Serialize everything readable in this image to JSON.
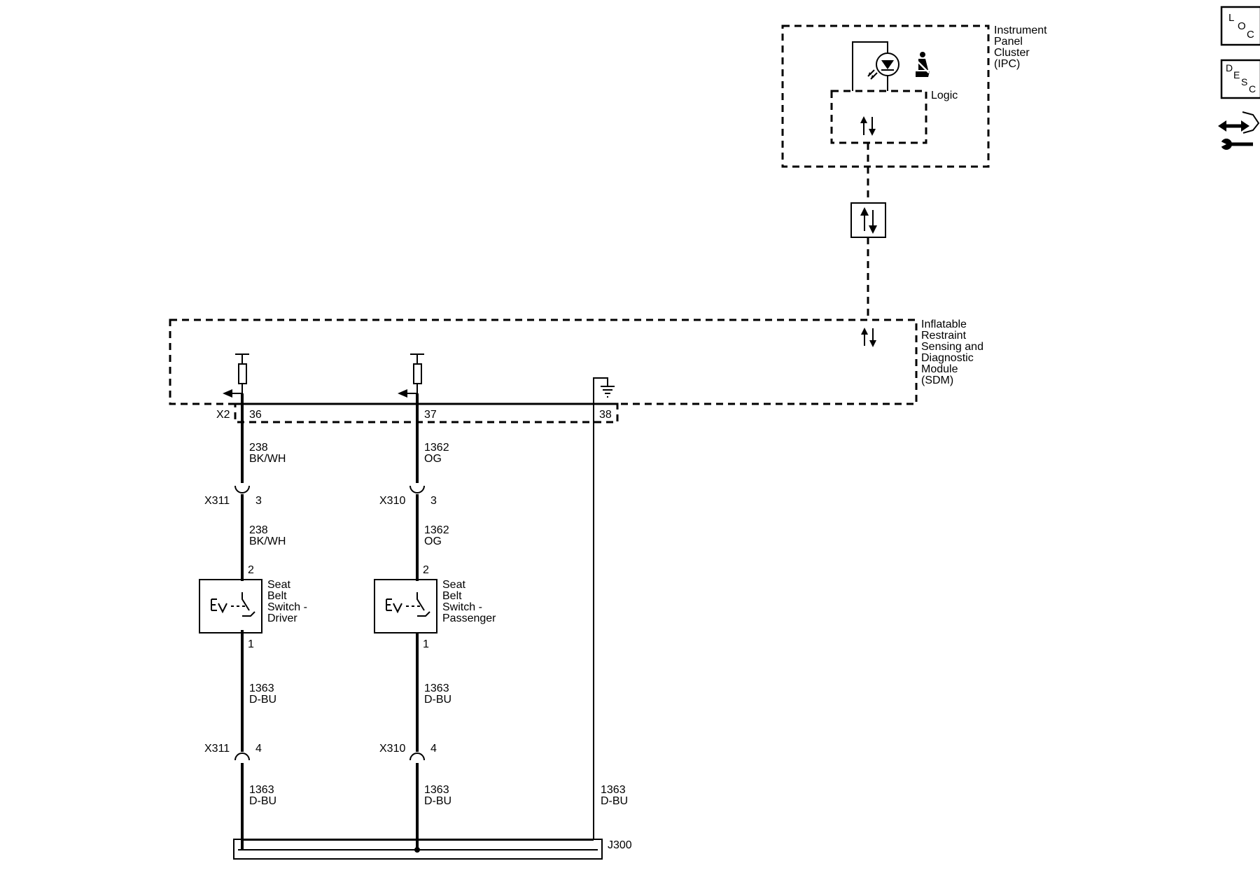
{
  "modules": {
    "ipc": {
      "name": [
        "Instrument",
        "Panel",
        "Cluster",
        "(IPC)"
      ],
      "logic_label": "Logic"
    },
    "sdm": {
      "name": [
        "Inflatable",
        "Restraint",
        "Sensing and",
        "Diagnostic",
        "Module",
        "(SDM)"
      ]
    }
  },
  "connector_x2": {
    "name": "X2",
    "pins": [
      "36",
      "37",
      "38"
    ]
  },
  "driver_circuit": {
    "upper_wire": {
      "circuit": "238",
      "color": "BK/WH"
    },
    "inline_top": {
      "name": "X311",
      "pin": "3"
    },
    "mid_wire": {
      "circuit": "238",
      "color": "BK/WH"
    },
    "switch": {
      "name": [
        "Seat",
        "Belt",
        "Switch -",
        "Driver"
      ],
      "pin_top": "2",
      "pin_bottom": "1"
    },
    "lower_wire": {
      "circuit": "1363",
      "color": "D-BU"
    },
    "inline_bottom": {
      "name": "X311",
      "pin": "4"
    },
    "ground_wire": {
      "circuit": "1363",
      "color": "D-BU"
    }
  },
  "passenger_circuit": {
    "upper_wire": {
      "circuit": "1362",
      "color": "OG"
    },
    "inline_top": {
      "name": "X310",
      "pin": "3"
    },
    "mid_wire": {
      "circuit": "1362",
      "color": "OG"
    },
    "switch": {
      "name": [
        "Seat",
        "Belt",
        "Switch -",
        "Passenger"
      ],
      "pin_top": "2",
      "pin_bottom": "1"
    },
    "lower_wire": {
      "circuit": "1363",
      "color": "D-BU"
    },
    "inline_bottom": {
      "name": "X310",
      "pin": "4"
    },
    "ground_wire": {
      "circuit": "1363",
      "color": "D-BU"
    }
  },
  "ground_return_wire": {
    "circuit": "1363",
    "color": "D-BU"
  },
  "splice": {
    "name": "J300"
  },
  "side_buttons": {
    "loc": {
      "letters": [
        "L",
        "O",
        "C"
      ]
    },
    "desc": {
      "letters": [
        "D",
        "E",
        "S",
        "C"
      ]
    },
    "icons": [
      "connector-repair-icon"
    ]
  }
}
